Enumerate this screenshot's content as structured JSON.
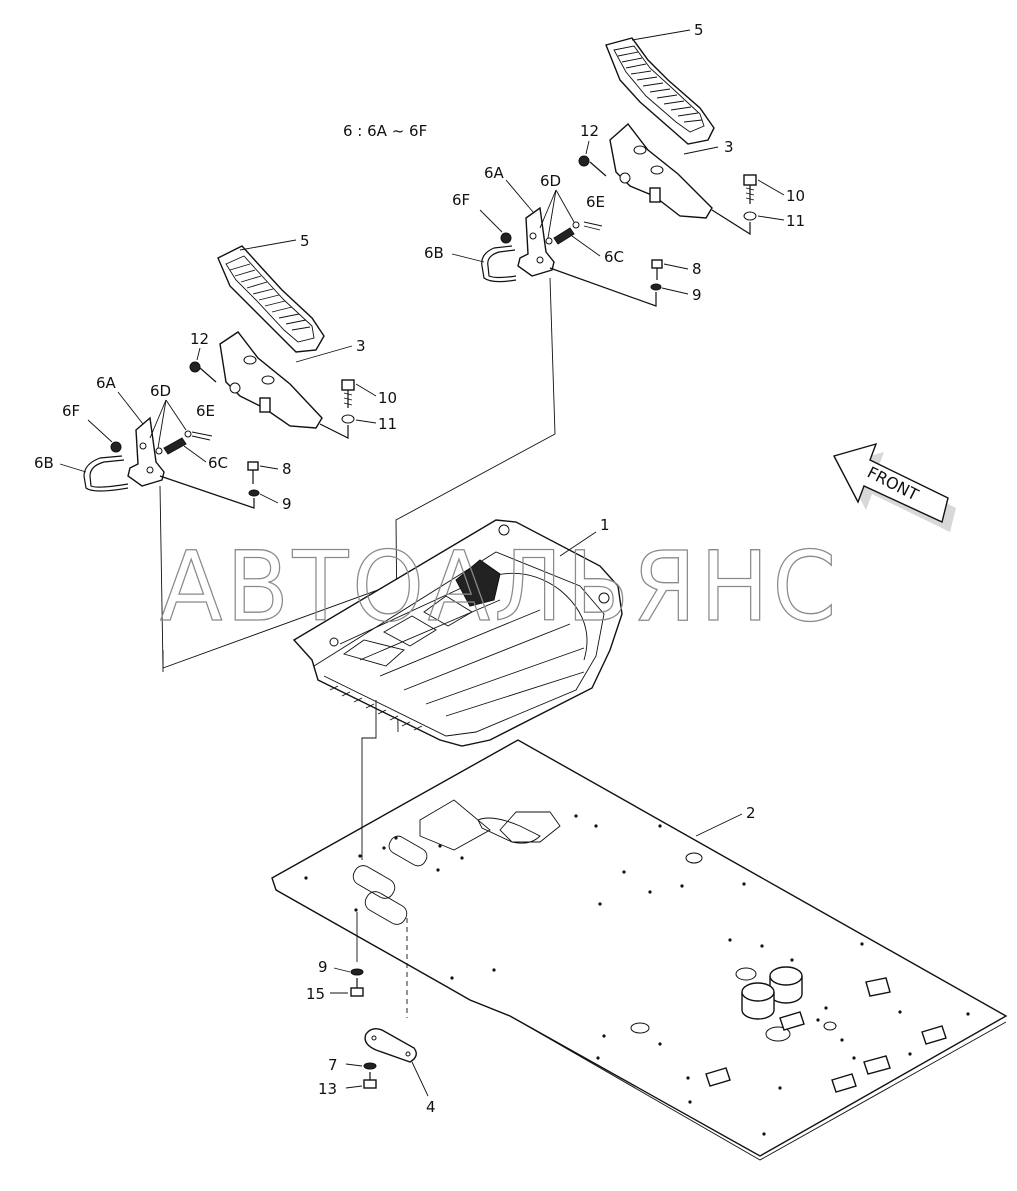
{
  "diagram": {
    "note": "6 : 6A ~ 6F",
    "watermark": "АВТОАЛЬЯНС",
    "front_label": "FRONT",
    "callouts": {
      "pedal_pad": "5",
      "pedal_arm": "3",
      "nut_12": "12",
      "bolt_10": "10",
      "washer_11": "11",
      "bracket_6a": "6A",
      "rod_6b": "6B",
      "spring_6c": "6C",
      "bushing_6d": "6D",
      "pin_6e": "6E",
      "nut_6f": "6F",
      "bolt_8": "8",
      "washer_9": "9",
      "floor_mat": "1",
      "floor_plate": "2",
      "strap_plate": "4",
      "washer_7": "7",
      "bolt_13": "13",
      "bolt_15": "15"
    }
  }
}
